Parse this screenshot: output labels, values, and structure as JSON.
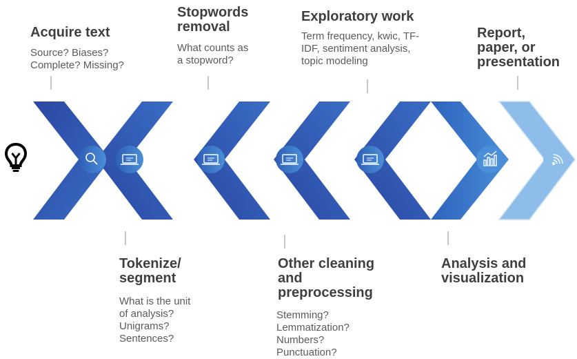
{
  "steps": [
    {
      "title": [
        "Acquire text"
      ],
      "description": [
        "Source? Biases?",
        "Complete? Missing?"
      ],
      "icon": "magnifier-icon"
    },
    {
      "title": [
        "Tokenize/",
        "segment"
      ],
      "description": [
        "What is the unit",
        "of analysis?",
        "Unigrams?",
        "Sentences?"
      ],
      "icon": "laptop-icon"
    },
    {
      "title": [
        "Stopwords",
        "removal"
      ],
      "description": [
        "What counts as",
        "a stopword?"
      ],
      "icon": "laptop-icon"
    },
    {
      "title": [
        "Other cleaning",
        "and",
        "preprocessing"
      ],
      "description": [
        "Stemming?",
        "Lemmatization?",
        "Numbers?",
        "Punctuation?"
      ],
      "icon": "laptop-icon"
    },
    {
      "title": [
        "Exploratory work"
      ],
      "description": [
        "Term frequency, kwic, TF-",
        "IDF, sentiment analysis,",
        "topic modeling"
      ],
      "icon": "laptop-icon"
    },
    {
      "title": [
        "Analysis and",
        "visualization"
      ],
      "description": [],
      "icon": "bar-chart-icon"
    },
    {
      "title": [
        "Report,",
        "paper, or",
        "presentation"
      ],
      "description": [],
      "icon": "broadcast-icon"
    }
  ],
  "colors": {
    "dark_blue": "#2f56ad",
    "mid_blue": "#3f7fd0",
    "light_blue": "#8dbde8",
    "title_text": "#3f3f3f",
    "body_text": "#5a5a5a"
  },
  "start_icon": "lightbulb-icon"
}
